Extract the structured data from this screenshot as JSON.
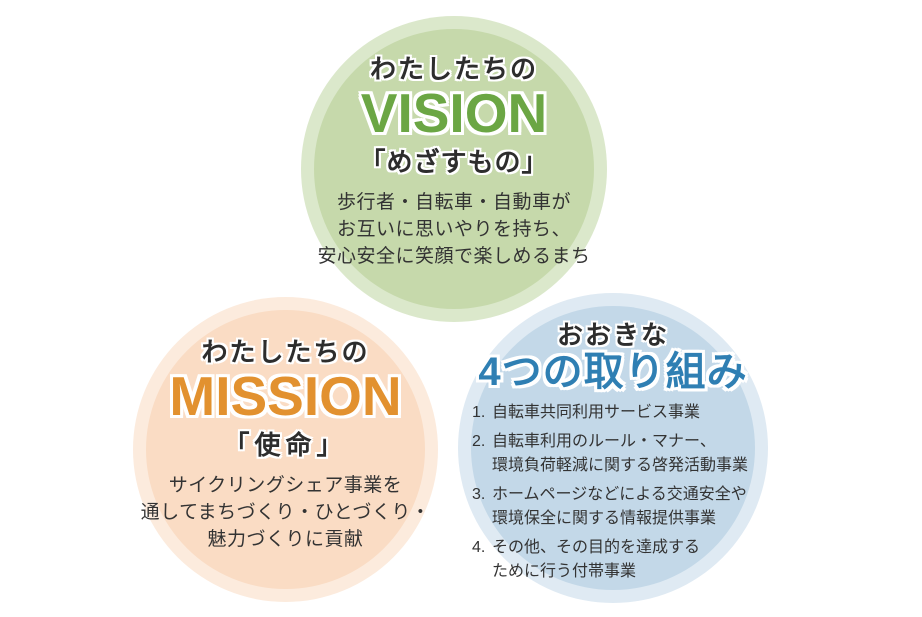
{
  "colors": {
    "vision_accent": "#6ba644",
    "vision_circle_outer": "#dbe8cb",
    "vision_circle_inner": "#c6d9ab",
    "mission_accent": "#e2912f",
    "mission_circle_outer": "#fcebdd",
    "mission_circle_inner": "#fadcc4",
    "initiatives_accent": "#2f7fb3",
    "initiatives_circle_outer": "#dfeaf3",
    "initiatives_circle_inner": "#c3d8e8",
    "heading_text": "#2d2d2d",
    "body_text": "#333333"
  },
  "vision": {
    "eyebrow": "わたしたちの",
    "title": "VISION",
    "subtitle": "「めざすもの」",
    "body": "歩行者・自転車・自動車が\nお互いに思いやりを持ち、\n安心安全に笑顔で楽しめるまち"
  },
  "mission": {
    "eyebrow": "わたしたちの",
    "title": "MISSION",
    "subtitle": "「使命」",
    "body": "サイクリングシェア事業を\n通してまちづくり・ひとづくり・\n魅力づくりに貢献"
  },
  "initiatives": {
    "eyebrow": "おおきな",
    "title": "4つの取り組み",
    "items": [
      {
        "num": "1.",
        "text": "自転車共同利用サービス事業"
      },
      {
        "num": "2.",
        "text": "自転車利用のルール・マナー、\n環境負荷軽減に関する啓発活動事業"
      },
      {
        "num": "3.",
        "text": "ホームページなどによる交通安全や\n環境保全に関する情報提供事業"
      },
      {
        "num": "4.",
        "text": "その他、その目的を達成する\nために行う付帯事業"
      }
    ]
  }
}
